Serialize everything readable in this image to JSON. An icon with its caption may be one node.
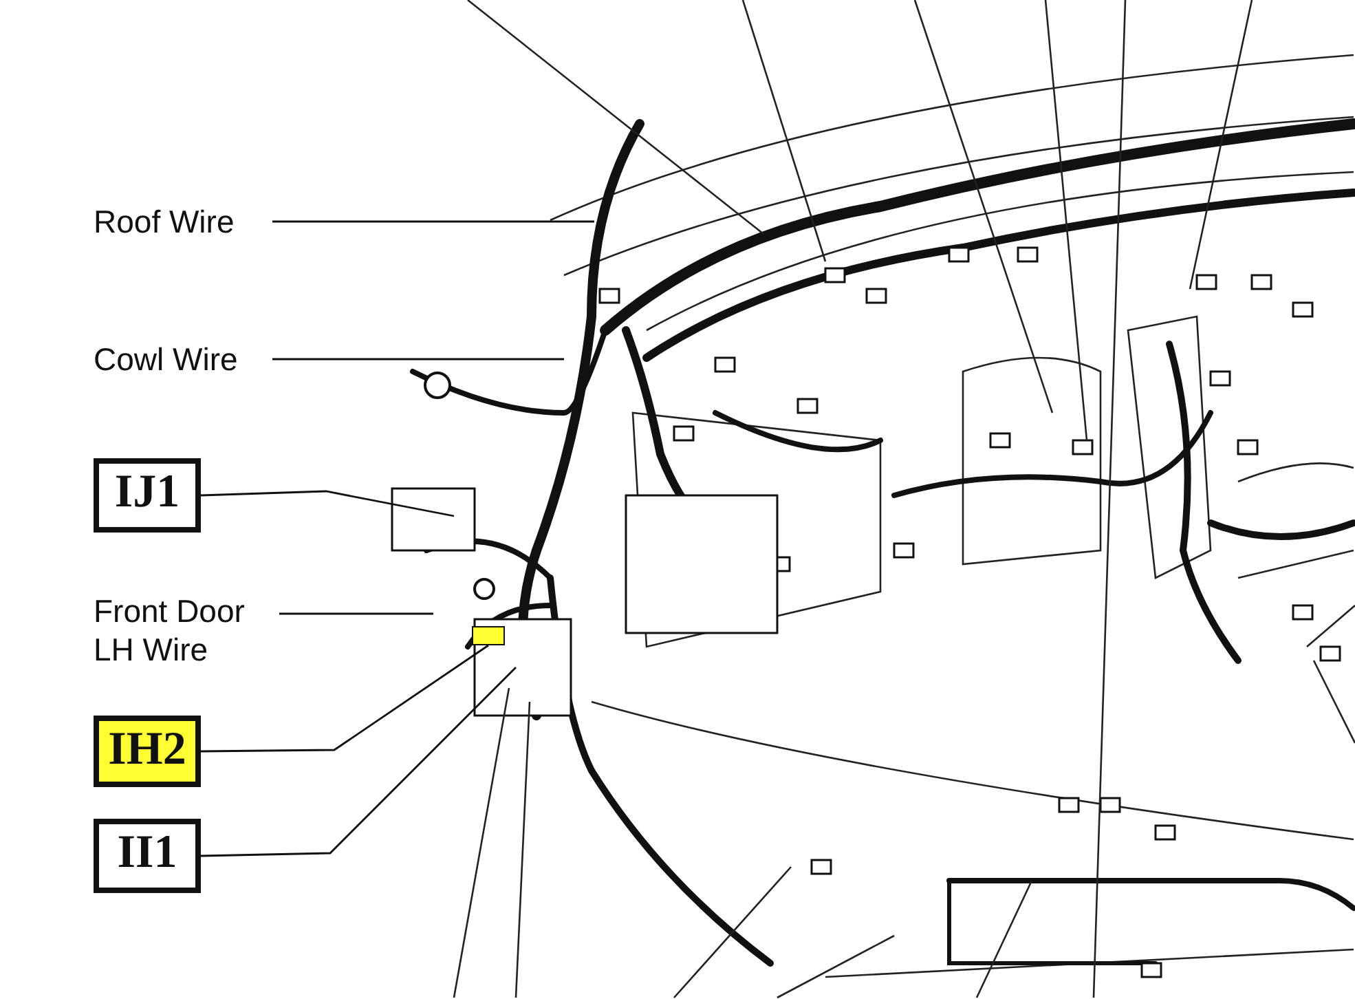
{
  "diagram": {
    "nodes": [
      {
        "text": [
          "Roof Wire"
        ]
      },
      {
        "text": [
          "Cowl Wire"
        ]
      },
      {
        "text": [
          "IJ1"
        ]
      },
      {
        "text": [
          "Front Door LH Wire"
        ]
      },
      {
        "text": [
          "IH2"
        ]
      },
      {
        "text": [
          "II1"
        ]
      },
      {
        "text": [],
        "shape": "box"
      }
    ],
    "edges": [
      {
        "from": 0,
        "to": null,
        "arrow": "none"
      },
      {
        "from": 1,
        "to": null,
        "arrow": "none"
      },
      {
        "from": 2,
        "to": null,
        "arrow": "none"
      },
      {
        "from": 3,
        "to": null,
        "arrow": "none"
      },
      {
        "from": 4,
        "to": 6,
        "arrow": "none"
      },
      {
        "from": 5,
        "to": null,
        "arrow": "none"
      }
    ]
  }
}
